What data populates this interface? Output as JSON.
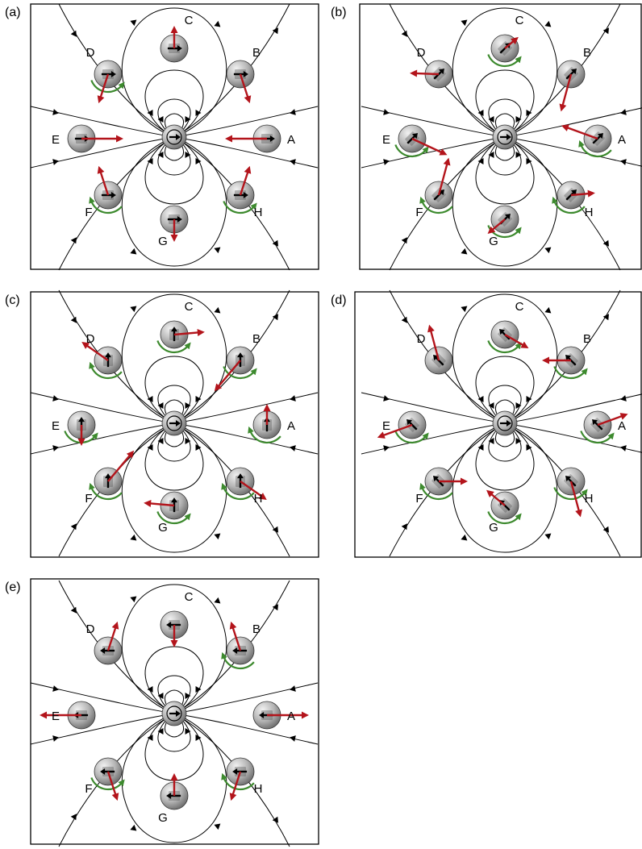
{
  "panels": [
    {
      "id": "a",
      "label": "(a)",
      "mag_angle": 0,
      "magnets": [
        {
          "name": "A",
          "label": "A",
          "force_angle": 180,
          "force_len": 52,
          "torque": 0
        },
        {
          "name": "B",
          "label": "B",
          "force_angle": -72,
          "force_len": 38,
          "torque": 0
        },
        {
          "name": "C",
          "label": "C",
          "force_angle": 90,
          "force_len": 28,
          "torque": 0
        },
        {
          "name": "D",
          "label": "D",
          "force_angle": -108,
          "force_len": 38,
          "torque": 1
        },
        {
          "name": "E",
          "label": "E",
          "force_angle": 0,
          "force_len": 52,
          "torque": 0
        },
        {
          "name": "F",
          "label": "F",
          "force_angle": 108,
          "force_len": 38,
          "torque": -1
        },
        {
          "name": "G",
          "label": "G",
          "force_angle": -90,
          "force_len": 28,
          "torque": 0
        },
        {
          "name": "H",
          "label": "H",
          "force_angle": 72,
          "force_len": 38,
          "torque": 1
        }
      ]
    },
    {
      "id": "b",
      "label": "(b)",
      "mag_angle": 45,
      "magnets": [
        {
          "name": "A",
          "label": "A",
          "force_angle": 160,
          "force_len": 48,
          "torque": -1
        },
        {
          "name": "B",
          "label": "B",
          "force_angle": -105,
          "force_len": 48,
          "torque": 0
        },
        {
          "name": "C",
          "label": "C",
          "force_angle": 40,
          "force_len": 22,
          "torque": 1
        },
        {
          "name": "D",
          "label": "D",
          "force_angle": 178,
          "force_len": 36,
          "torque": 0
        },
        {
          "name": "E",
          "label": "E",
          "force_angle": -25,
          "force_len": 48,
          "torque": 1
        },
        {
          "name": "F",
          "label": "F",
          "force_angle": 75,
          "force_len": 48,
          "torque": -1
        },
        {
          "name": "G",
          "label": "G",
          "force_angle": -140,
          "force_len": 28,
          "torque": 1
        },
        {
          "name": "H",
          "label": "H",
          "force_angle": 5,
          "force_len": 30,
          "torque": -1
        }
      ]
    },
    {
      "id": "c",
      "label": "(c)",
      "mag_angle": 90,
      "magnets": [
        {
          "name": "A",
          "label": "A",
          "force_angle": 90,
          "force_len": 26,
          "torque": -1
        },
        {
          "name": "B",
          "label": "B",
          "force_angle": -130,
          "force_len": 50,
          "torque": 1
        },
        {
          "name": "C",
          "label": "C",
          "force_angle": 5,
          "force_len": 38,
          "torque": 1
        },
        {
          "name": "D",
          "label": "D",
          "force_angle": 145,
          "force_len": 40,
          "torque": -1
        },
        {
          "name": "E",
          "label": "E",
          "force_angle": -90,
          "force_len": 26,
          "torque": 1
        },
        {
          "name": "F",
          "label": "F",
          "force_angle": 50,
          "force_len": 50,
          "torque": -1
        },
        {
          "name": "G",
          "label": "G",
          "force_angle": 175,
          "force_len": 38,
          "torque": 1
        },
        {
          "name": "H",
          "label": "H",
          "force_angle": -35,
          "force_len": 40,
          "torque": -1
        }
      ]
    },
    {
      "id": "d",
      "label": "(d)",
      "mag_angle": 135,
      "magnets": [
        {
          "name": "A",
          "label": "A",
          "force_angle": 20,
          "force_len": 40,
          "torque": 1
        },
        {
          "name": "B",
          "label": "B",
          "force_angle": 180,
          "force_len": 36,
          "torque": 1
        },
        {
          "name": "C",
          "label": "C",
          "force_angle": -30,
          "force_len": 34,
          "torque": 1
        },
        {
          "name": "D",
          "label": "D",
          "force_angle": 105,
          "force_len": 46,
          "torque": 0
        },
        {
          "name": "E",
          "label": "E",
          "force_angle": -160,
          "force_len": 46,
          "torque": 1
        },
        {
          "name": "F",
          "label": "F",
          "force_angle": 0,
          "force_len": 36,
          "torque": -1
        },
        {
          "name": "G",
          "label": "G",
          "force_angle": 140,
          "force_len": 30,
          "torque": 1
        },
        {
          "name": "H",
          "label": "H",
          "force_angle": -75,
          "force_len": 46,
          "torque": 1
        }
      ]
    },
    {
      "id": "e",
      "label": "(e)",
      "mag_angle": 180,
      "magnets": [
        {
          "name": "A",
          "label": "A",
          "force_angle": 0,
          "force_len": 52,
          "torque": 0
        },
        {
          "name": "B",
          "label": "B",
          "force_angle": 108,
          "force_len": 38,
          "torque": -1
        },
        {
          "name": "C",
          "label": "C",
          "force_angle": -90,
          "force_len": 28,
          "torque": 0
        },
        {
          "name": "D",
          "label": "D",
          "force_angle": 72,
          "force_len": 38,
          "torque": 0
        },
        {
          "name": "E",
          "label": "E",
          "force_angle": 180,
          "force_len": 52,
          "torque": 0
        },
        {
          "name": "F",
          "label": "F",
          "force_angle": -72,
          "force_len": 38,
          "torque": 1
        },
        {
          "name": "G",
          "label": "G",
          "force_angle": 90,
          "force_len": 28,
          "torque": 0
        },
        {
          "name": "H",
          "label": "H",
          "force_angle": -108,
          "force_len": 38,
          "torque": -1
        }
      ]
    }
  ],
  "colors": {
    "force": "#b3141b",
    "torque": "#3d8a2e",
    "sphere_light": "#f2f2f2",
    "sphere_dark": "#6b6b6b",
    "field_line": "#000000"
  }
}
